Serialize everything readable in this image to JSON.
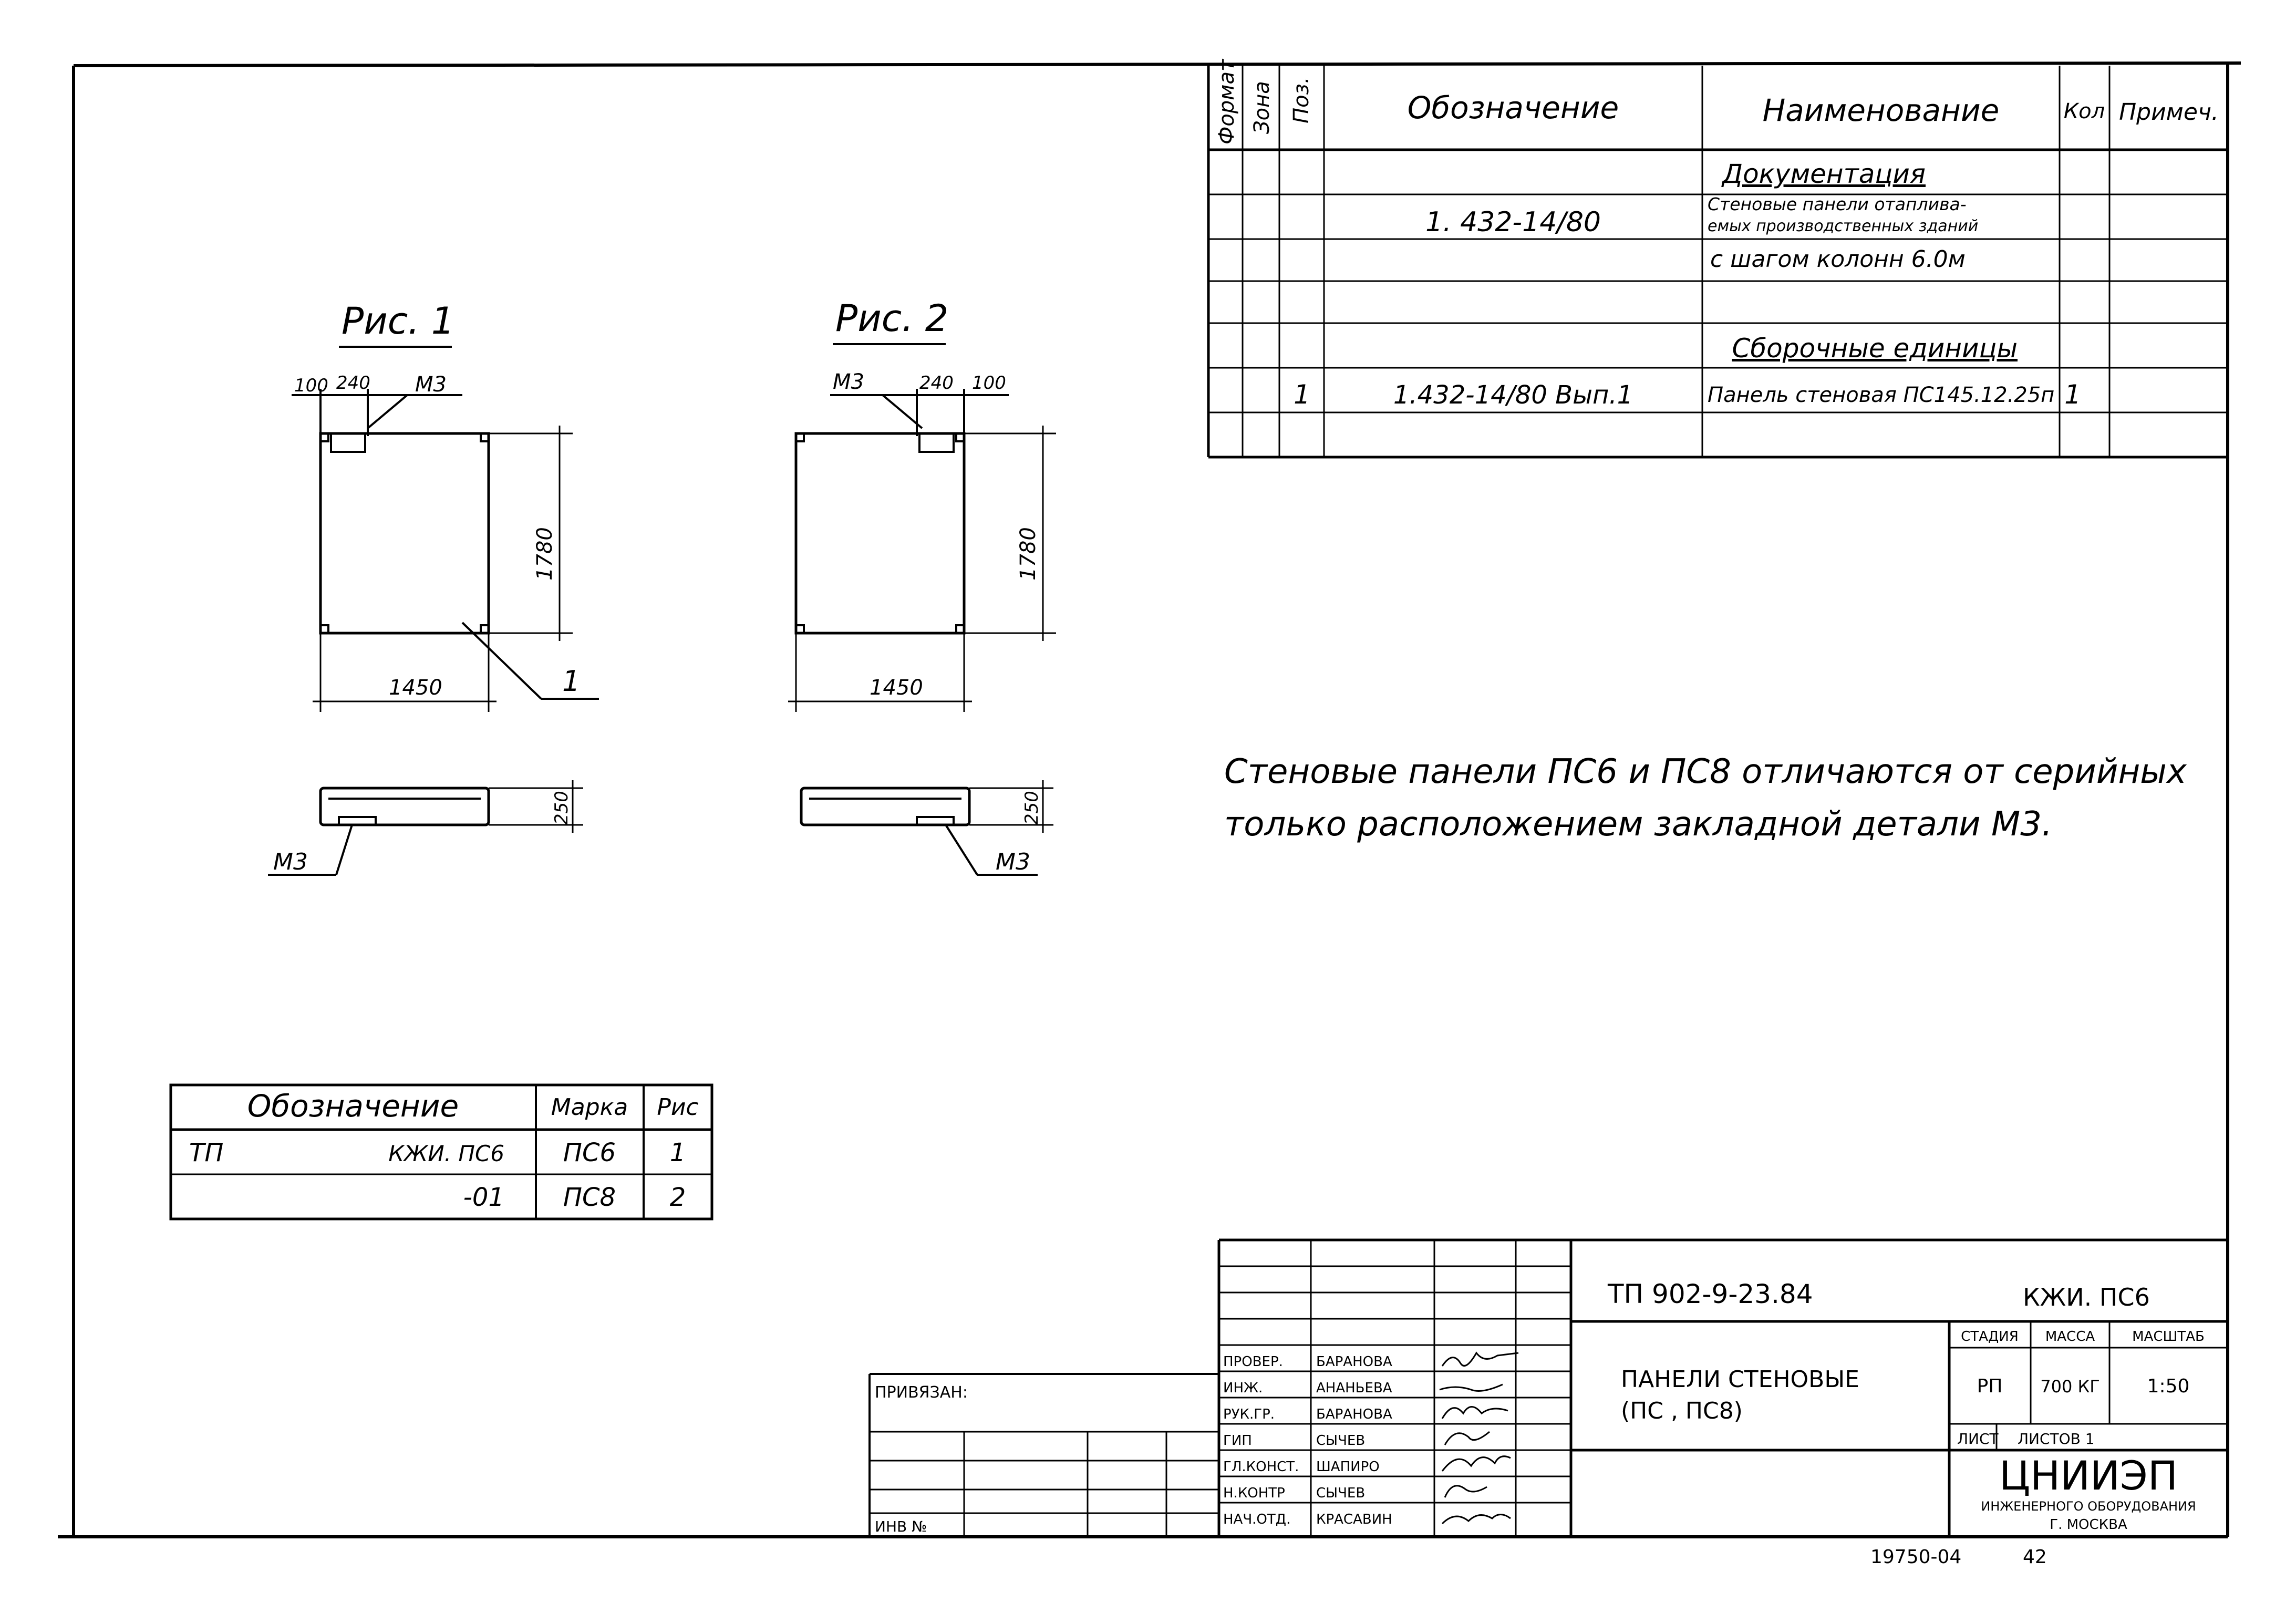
{
  "spec_table": {
    "headers": {
      "format": "Формат",
      "zone": "Зона",
      "pos": "Поз.",
      "designation": "Обозначение",
      "name": "Наименование",
      "qty": "Кол",
      "note": "Примеч."
    },
    "section_docs": "Документация",
    "doc_designation": "1. 432-14/80",
    "doc_name_line1": "Стеновые панели отаплива-",
    "doc_name_line2": "емых производственных зданий",
    "doc_name_line3": "с шагом колонн 6.0м",
    "section_units": "Сборочные единицы",
    "unit_pos": "1",
    "unit_designation": "1.432-14/80  Вып.1",
    "unit_name": "Панель стеновая ПС145.12.25п",
    "unit_qty": "1"
  },
  "fig1": {
    "title": "Рис. 1",
    "dim_100": "100",
    "dim_240": "240",
    "label_m3": "М3",
    "dim_height": "1780",
    "dim_width": "1450",
    "callout": "1",
    "dim_thickness": "250",
    "section_m3": "М3"
  },
  "fig2": {
    "title": "Рис. 2",
    "label_m3": "М3",
    "dim_240": "240",
    "dim_100": "100",
    "dim_height": "1780",
    "dim_width": "1450",
    "dim_thickness": "250",
    "section_m3": "М3"
  },
  "note": {
    "line1": "Стеновые панели ПС6 и ПС8 отличаются от серийных",
    "line2": "только расположением закладной детали М3."
  },
  "variants_table": {
    "header_designation": "Обозначение",
    "header_mark": "Марка",
    "header_fig": "Рис",
    "rows": [
      {
        "prefix": "ТП",
        "designation": "КЖИ. ПС6",
        "mark": "ПС6",
        "fig": "1"
      },
      {
        "prefix": "",
        "designation": "-01",
        "mark": "ПС8",
        "fig": "2"
      }
    ]
  },
  "title_block": {
    "doc_code": "ТП 902-9-23.84",
    "doc_mark": "КЖИ. ПС6",
    "title_line1": "ПАНЕЛИ  СТЕНОВЫЕ",
    "title_line2": "(ПС , ПС8)",
    "stage_label": "СТАДИЯ",
    "mass_label": "МАССА",
    "scale_label": "МАСШТАБ",
    "stage": "РП",
    "mass": "700 КГ",
    "scale": "1:50",
    "sheet_label": "ЛИСТ",
    "sheets_label": "ЛИСТОВ 1",
    "org_name": "ЦНИИЭП",
    "org_sub1": "ИНЖЕНЕРНОГО ОБОРУДОВАНИЯ",
    "org_sub2": "Г. МОСКВА",
    "linked_label": "ПРИВЯЗАН:",
    "inv_label": "ИНВ №",
    "signatures": [
      {
        "role": "ПРОВЕР.",
        "name": "БАРАНОВА"
      },
      {
        "role": "ИНЖ.",
        "name": "АНАНЬЕВА"
      },
      {
        "role": "РУК.ГР.",
        "name": "БАРАНОВА"
      },
      {
        "role": "ГИП",
        "name": "СЫЧЕВ"
      },
      {
        "role": "ГЛ.КОНСТ.",
        "name": "ШАПИРО"
      },
      {
        "role": "Н.КОНТР",
        "name": "СЫЧЕВ"
      },
      {
        "role": "НАЧ.ОТД.",
        "name": "КРАСАВИН"
      }
    ]
  },
  "footer": {
    "archive": "19750-04",
    "page": "42"
  }
}
